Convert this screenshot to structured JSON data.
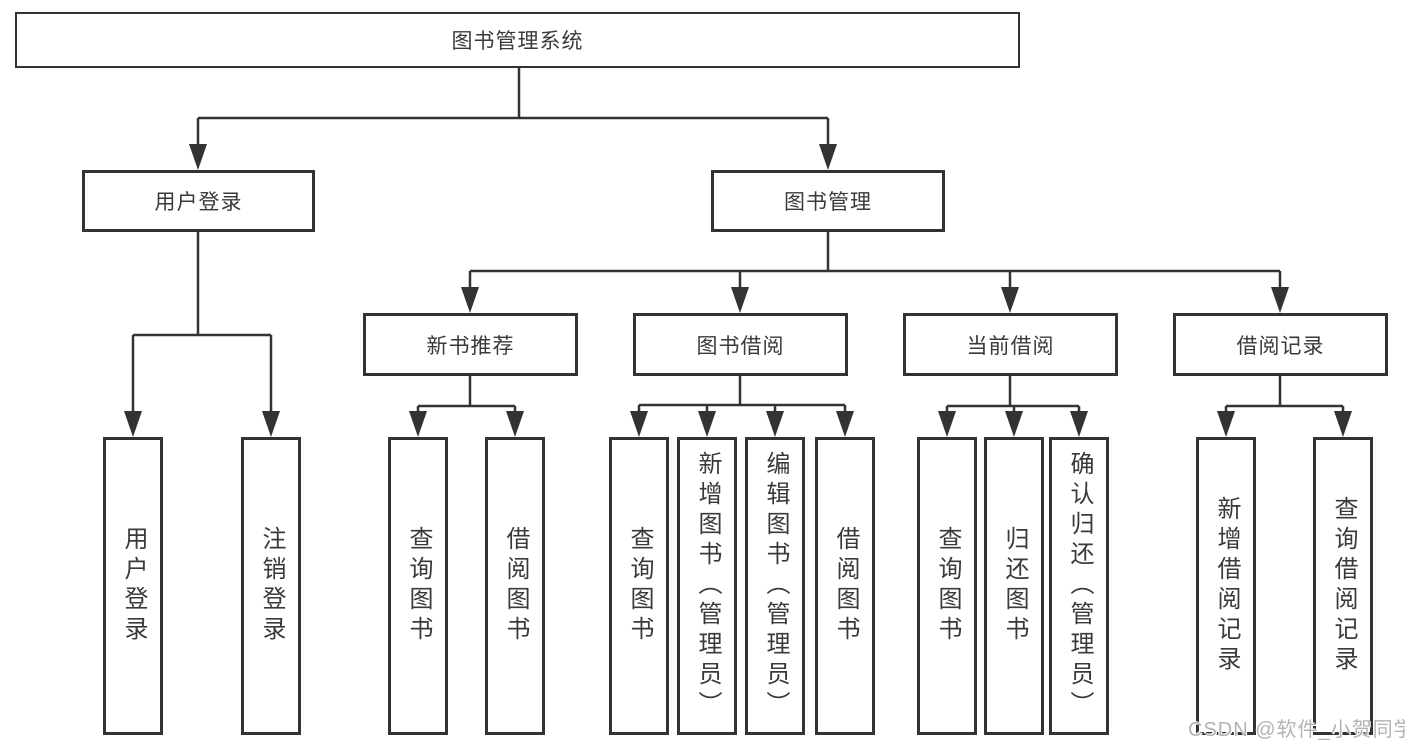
{
  "diagram": {
    "root": {
      "label": "图书管理系统"
    },
    "user_login": {
      "label": "用户登录",
      "children": [
        "用户登录",
        "注销登录"
      ]
    },
    "book_management": {
      "label": "图书管理"
    },
    "new_book_recommendation": {
      "label": "新书推荐",
      "children": [
        "查询图书",
        "借阅图书"
      ]
    },
    "book_borrowing": {
      "label": "图书借阅",
      "children": [
        "查询图书",
        "新增图书（管理员）",
        "编辑图书（管理员）",
        "借阅图书"
      ]
    },
    "current_borrowing": {
      "label": "当前借阅",
      "children": [
        "查询图书",
        "归还图书",
        "确认归还（管理员）"
      ]
    },
    "borrowing_records": {
      "label": "借阅记录",
      "children": [
        "新增借阅记录",
        "查询借阅记录"
      ]
    }
  },
  "watermark": {
    "text": "CSDN @软件_小贺同学"
  },
  "colors": {
    "line": "#333333",
    "box_border": "#333333",
    "box_fill": "#ffffff",
    "text": "#3a3a3a",
    "watermark": "#b3b3b3",
    "background": "#ffffff"
  }
}
